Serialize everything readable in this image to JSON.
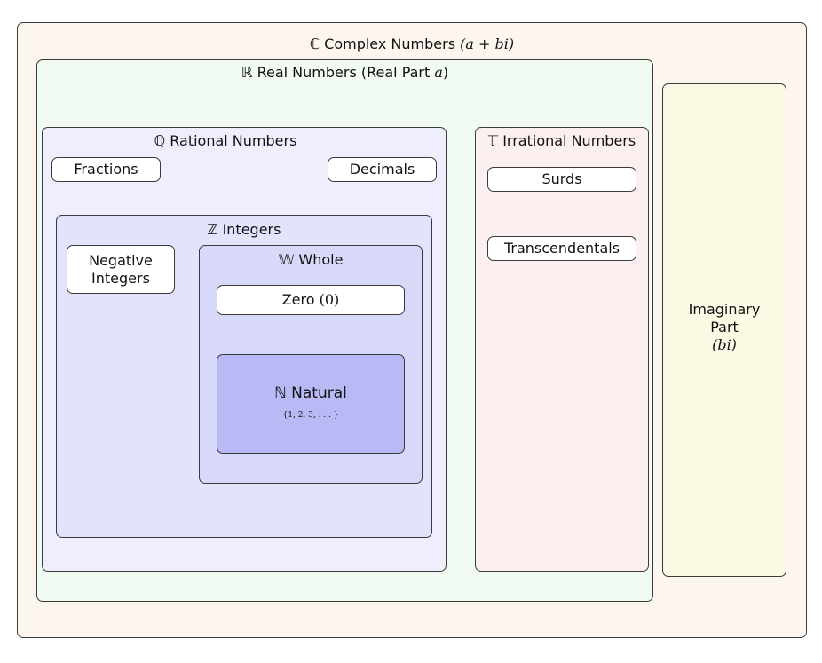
{
  "colors": {
    "complex": "#fdf6ef",
    "real": "#f1fbf1",
    "rational": "#efeefc",
    "integers": "#e3e3fb",
    "whole": "#d8d8f8",
    "natural": "#b9b9f6",
    "irrational": "#fcefef",
    "imaginary": "#fbf9e4",
    "border": "#3a3a3a"
  },
  "complex": {
    "symbol": "ℂ",
    "label": "Complex Numbers",
    "expr": "(a + bi)"
  },
  "real": {
    "symbol": "ℝ",
    "label": "Real Numbers (Real Part",
    "expr": "a",
    "close": ")"
  },
  "rational": {
    "symbol": "ℚ",
    "label": "Rational Numbers",
    "fractions": "Fractions",
    "decimals": "Decimals"
  },
  "integers": {
    "symbol": "ℤ",
    "label": "Integers",
    "negative_line1": "Negative",
    "negative_line2": "Integers"
  },
  "whole": {
    "symbol": "𝕎",
    "label": "Whole",
    "zero_label": "Zero",
    "zero_expr": "(0)"
  },
  "natural": {
    "symbol": "ℕ",
    "label": "Natural",
    "set": "{1, 2, 3, . . . }"
  },
  "irrational": {
    "symbol": "𝕋",
    "label": "Irrational Numbers",
    "surds": "Surds",
    "transcendentals": "Transcendentals"
  },
  "imaginary": {
    "line1": "Imaginary",
    "line2": "Part",
    "expr": "(bi)"
  }
}
